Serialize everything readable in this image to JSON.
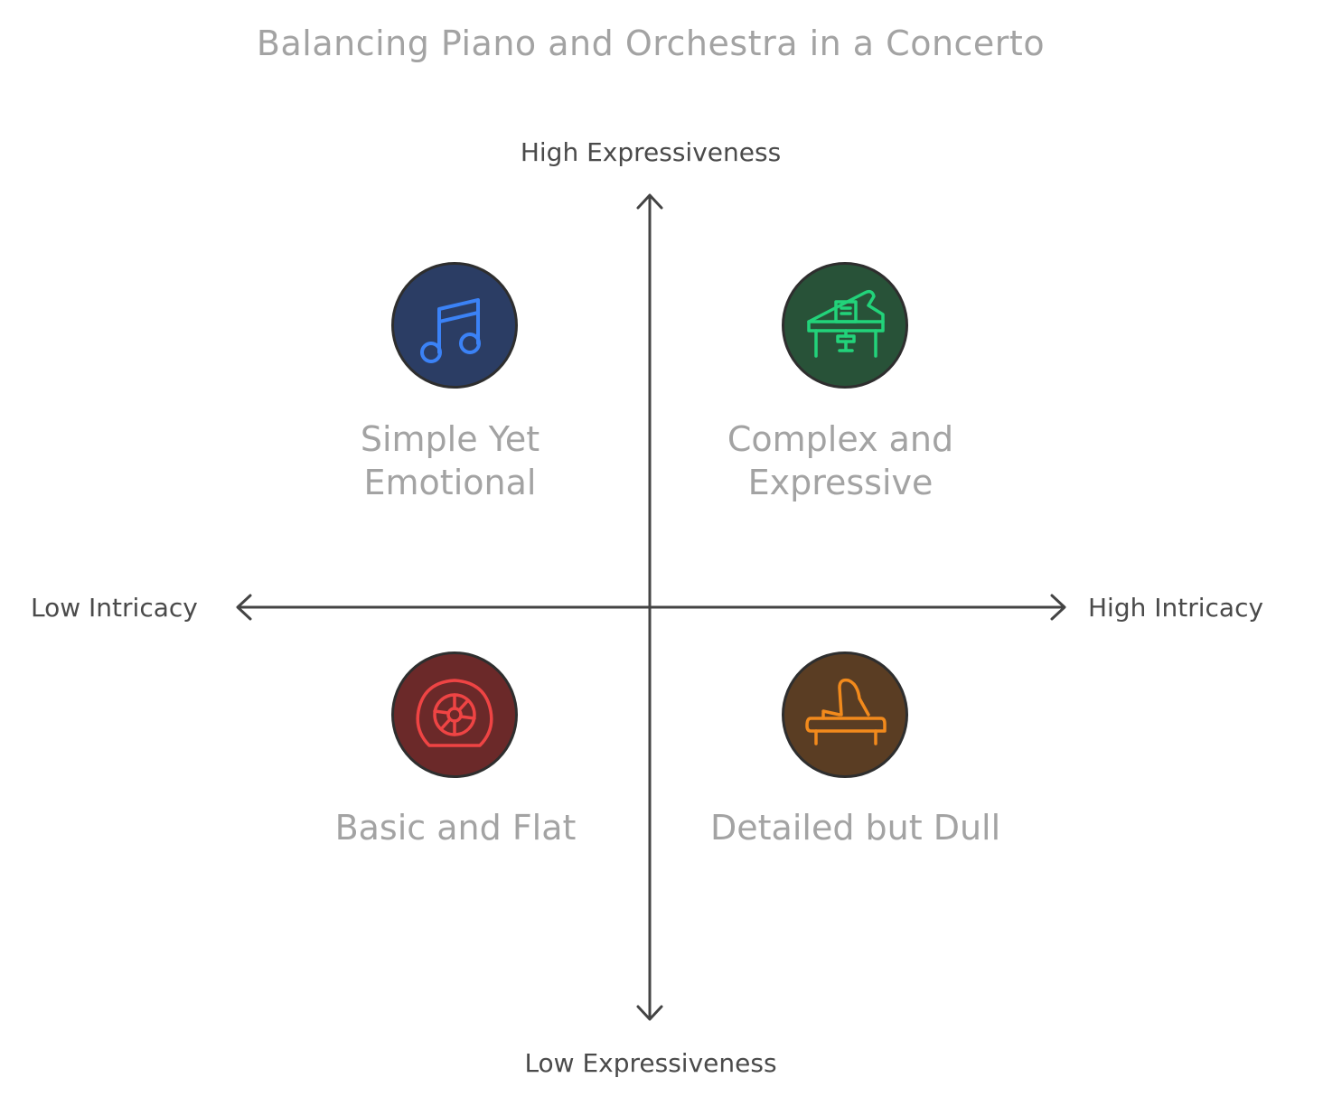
{
  "title": "Balancing Piano and Orchestra in a Concerto",
  "axes": {
    "top": "High Expressiveness",
    "bottom": "Low Expressiveness",
    "left": "Low Intricacy",
    "right": "High Intricacy"
  },
  "quadrants": {
    "top_left": {
      "line1": "Simple Yet",
      "line2": "Emotional",
      "icon": "music-note-icon",
      "fill": "#2b3d64",
      "stroke": "#3b82f6"
    },
    "top_right": {
      "line1": "Complex and",
      "line2": "Expressive",
      "icon": "piano-with-sheet-music-icon",
      "fill": "#285238",
      "stroke": "#22d37a"
    },
    "bottom_left": {
      "line1": "Basic and Flat",
      "icon": "drum-icon",
      "fill": "#6b2929",
      "stroke": "#ef4444"
    },
    "bottom_right": {
      "line1": "Detailed but Dull",
      "icon": "grand-piano-icon",
      "fill": "#5a3d23",
      "stroke": "#f28a1c"
    }
  }
}
